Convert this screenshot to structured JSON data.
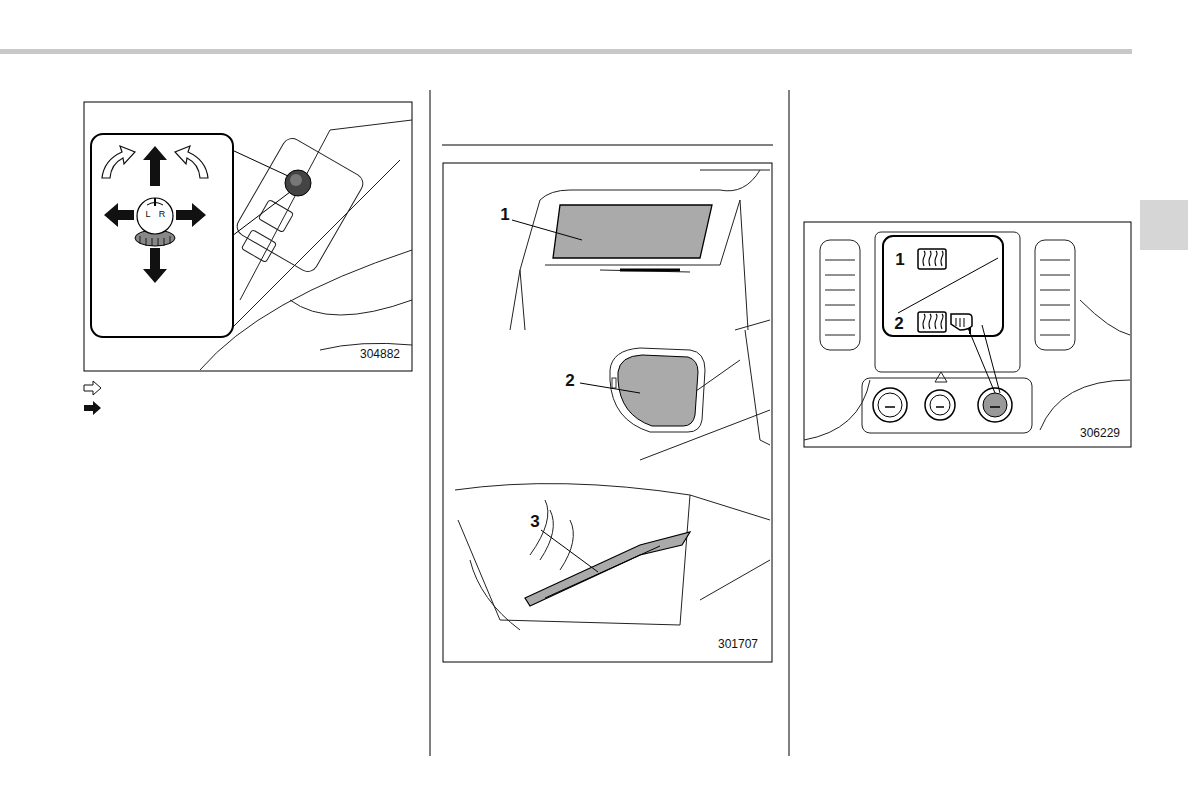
{
  "diagram": {
    "labels": [
      "L",
      "R",
      "304882",
      "1",
      "2",
      "3",
      "301707",
      "1",
      "2",
      "306229"
    ]
  }
}
